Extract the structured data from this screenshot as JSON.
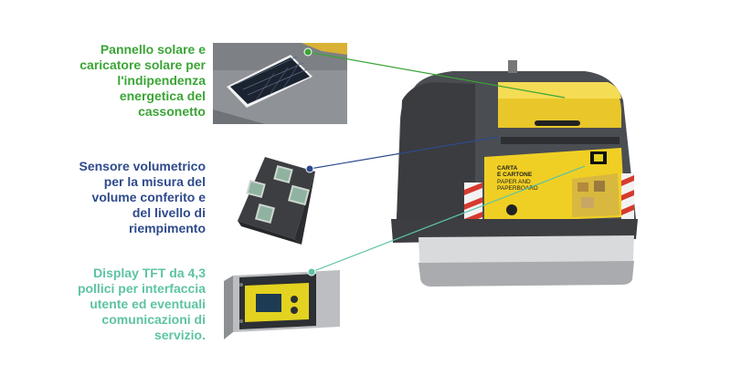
{
  "features": {
    "solar": {
      "lines": [
        "Pannello solare e",
        "caricatore solare per",
        "l'indipendenza",
        "energetica del",
        "cassonetto"
      ],
      "color": "#3aa535"
    },
    "sensor": {
      "lines": [
        "Sensore volumetrico",
        "per la misura del",
        "volume conferito e",
        "del livello di",
        "riempimento"
      ],
      "color": "#2f4a8c"
    },
    "display": {
      "lines": [
        "Display TFT da 4,3",
        "pollici per interfaccia",
        "utente ed eventuali",
        "comunicazioni di",
        "servizio."
      ],
      "color": "#5dc3a4"
    }
  },
  "bin_label": {
    "lines": [
      "CARTA",
      "E CARTONE",
      "PAPER AND",
      "PAPERBOARD"
    ],
    "color": "#f4d21e"
  },
  "icons": [
    "solar-panel-icon",
    "volumetric-sensor-icon",
    "tft-display-icon",
    "waste-bin-icon"
  ]
}
